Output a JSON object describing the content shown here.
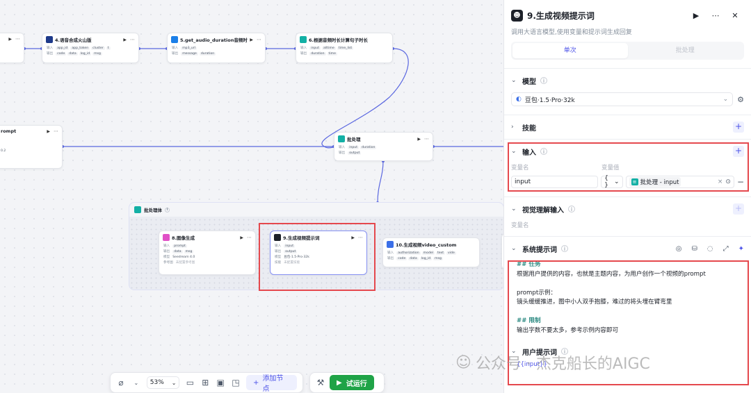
{
  "canvas": {
    "nodes": {
      "n_left_top": {
        "title": ""
      },
      "n4": {
        "title": "4.语音合成火山版",
        "in_label": "输入",
        "in_tags": [
          "app_id",
          "app_token",
          "cluster",
          "t"
        ],
        "out_label": "输出",
        "out_tags": [
          "code",
          "data",
          "log_id",
          "msg"
        ]
      },
      "n5": {
        "title": "5.get_audio_duration音频时...",
        "in_label": "输入",
        "in_tags": [
          "mp3_url"
        ],
        "out_label": "输出",
        "out_tags": [
          "message",
          "duration"
        ]
      },
      "n6": {
        "title": "6.根据音频时长计算句子时长",
        "in_label": "输入",
        "in_tags": [
          "input",
          "alltime",
          "time_list"
        ],
        "out_label": "输出",
        "out_tags": [
          "duration",
          "time"
        ]
      },
      "n_prompt": {
        "title": "rompt",
        "row": "0.2"
      },
      "batch": {
        "title": "批处理",
        "in_label": "输入",
        "in_tags": [
          "input",
          "duration"
        ],
        "out_label": "输出",
        "out_tags": [
          "output"
        ]
      },
      "n8": {
        "title": "8.图像生成",
        "in_label": "输入",
        "in_tags": [
          "prompt"
        ],
        "out_label": "输出",
        "out_tags": [
          "data",
          "msg"
        ],
        "model_label": "模型",
        "model": "Seedream 4.0",
        "ref_label": "参考图",
        "ref": "未配置参考图"
      },
      "n9": {
        "title": "9.生成视频提示词",
        "in_label": "输入",
        "in_tags": [
          "input"
        ],
        "out_label": "输出",
        "out_tags": [
          "output"
        ],
        "model_label": "模型",
        "model": "豆包·1.5·Pro·32k",
        "skill_label": "技能",
        "skill": "未配置技能"
      },
      "n10": {
        "title": "10.生成视频video_custom",
        "in_label": "输入",
        "in_tags": [
          "authorization",
          "model",
          "text",
          "vide"
        ],
        "out_label": "输出",
        "out_tags": [
          "code",
          "data",
          "log_id",
          "msg"
        ]
      }
    },
    "group_title": "批处理体"
  },
  "toolbar": {
    "zoom": "53%",
    "add_node": "添加节点",
    "run": "试运行"
  },
  "panel": {
    "title": "9.生成视频提示词",
    "description": "调用大语言模型,使用变量和提示词生成回复",
    "tabs": [
      "单次",
      "批处理"
    ],
    "model_section": {
      "title": "模型",
      "model": "豆包·1.5·Pro·32k"
    },
    "skills_section": {
      "title": "技能"
    },
    "input_section": {
      "title": "输入",
      "col_name": "变量名",
      "col_value": "变量值",
      "var_name": "input",
      "type_symbol": "{ }",
      "ref": "批处理 - input"
    },
    "vision_section": {
      "title": "视觉理解输入",
      "col_name": "变量名"
    },
    "system_prompt": {
      "title": "系统提示词",
      "lines": [
        "## 任务",
        "根据用户提供的内容，也就是主题内容，为用户创作一个视频的prompt",
        "",
        "prompt示例：",
        "镜头缓缓推进，图中小人双手抱膝，难过的将头埋在臂弯里",
        "",
        "## 限制",
        "输出字数不要太多，参考示例内容即可"
      ]
    },
    "user_prompt": {
      "title": "用户提示词",
      "value": "{{input}}"
    }
  },
  "watermark": "公众号 · 杰克船长的AIGC",
  "colors": {
    "accent": "#4d53e8",
    "highlight": "#e5484d",
    "run": "#1fa347"
  }
}
